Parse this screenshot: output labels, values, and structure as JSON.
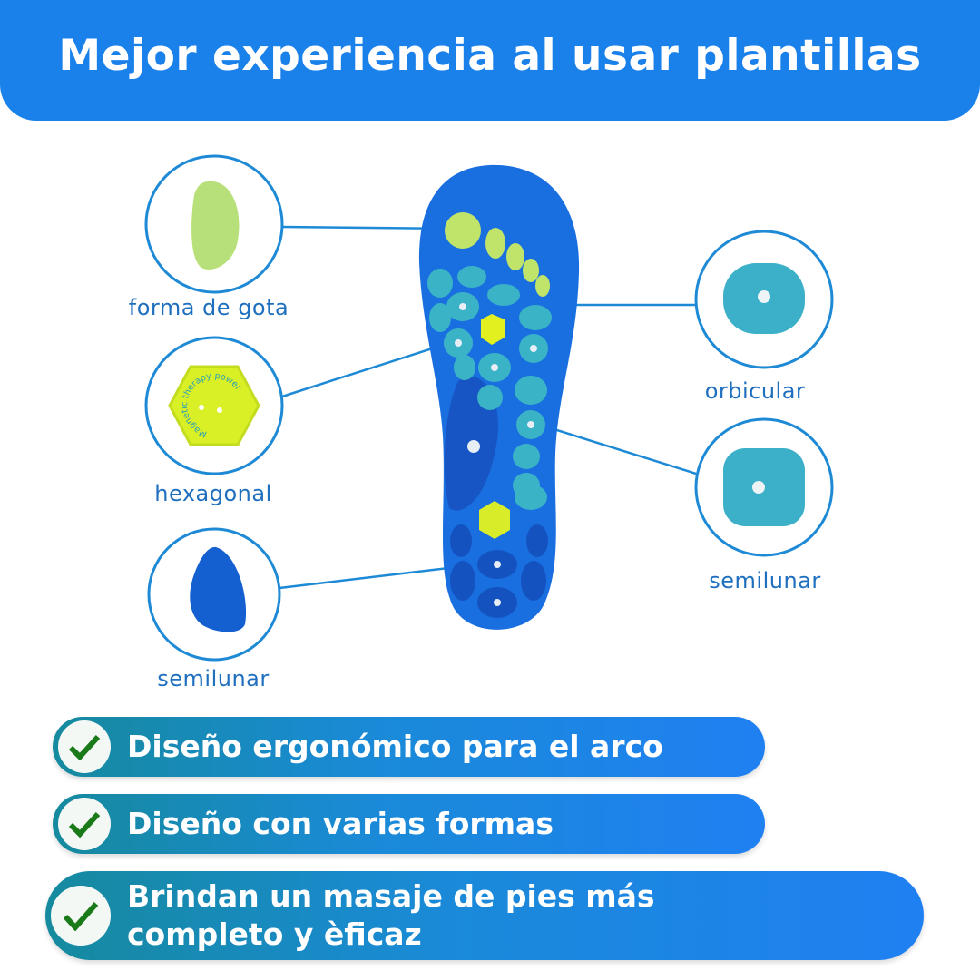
{
  "header": {
    "title": "Mejor experiencia al usar plantillas"
  },
  "features": {
    "left": [
      {
        "label": "forma de gota",
        "icon": "teardrop-nub-icon",
        "color": "#b8e07a"
      },
      {
        "label": "hexagonal",
        "icon": "hexagon-magnet-icon",
        "color": "#d8f025",
        "inscription": "Magnetic therapy power"
      },
      {
        "label": "semilunar",
        "icon": "semilunar-nub-icon",
        "color": "#1560d0"
      }
    ],
    "right": [
      {
        "label": "orbicular",
        "icon": "orbicular-nub-icon",
        "color": "#3bb0c8"
      },
      {
        "label": "semilunar",
        "icon": "square-nub-icon",
        "color": "#3bb0c8"
      }
    ]
  },
  "benefits": [
    {
      "text": "Diseño ergonómico para el arco"
    },
    {
      "text": "Diseño con varias formas"
    },
    {
      "text": "Brindan un masaje de pies más completo y èficaz"
    }
  ],
  "colors": {
    "brand": "#1a80ea",
    "label": "#1f6fbf",
    "check": "#1a7a1a"
  }
}
